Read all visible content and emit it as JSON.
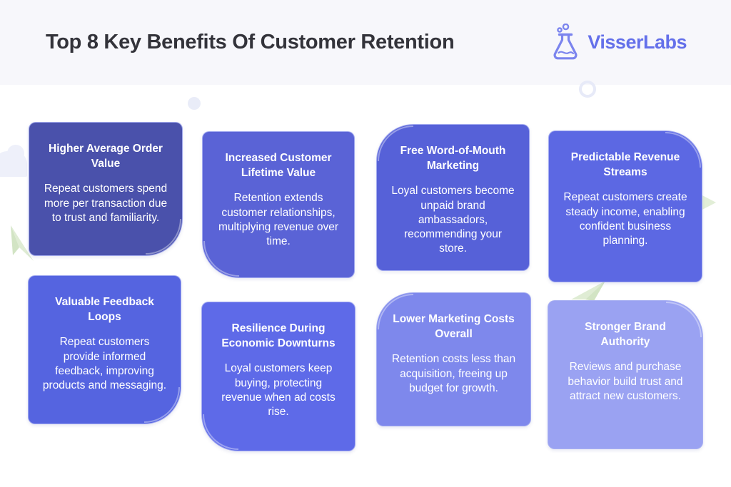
{
  "header": {
    "title": "Top 8 Key Benefits Of Customer Retention",
    "brand": "VisserLabs"
  },
  "colors": {
    "header_bg": "#f7f7fb",
    "title_text": "#33333a",
    "brand_accent": "#6470ea",
    "card_text": "#ffffff",
    "card_border": "#aab1f2",
    "decor_lavender": "#eef0fa",
    "decor_green": "#dfecd4"
  },
  "icons": {
    "logo_icon": "flask-icon",
    "decor_icons": [
      "paper-plane-icon",
      "cloud-icon",
      "circle-dot-icon",
      "ring-icon",
      "triangle-icon"
    ]
  },
  "cards": [
    {
      "title": "Higher Average Order Value",
      "body": "Repeat customers spend more per transaction due to trust and familiarity.",
      "color": "#4a51ab",
      "curl": "bottom-right"
    },
    {
      "title": "Increased Customer Lifetime Value",
      "body": "Retention extends customer relationships, multiplying revenue over time.",
      "color": "#5a63d6",
      "curl": "bottom-left"
    },
    {
      "title": "Free Word-of-Mouth Marketing",
      "body": "Loyal customers become unpaid brand ambassadors, recommending your store.",
      "color": "#5661d8",
      "curl": "top-left"
    },
    {
      "title": "Predictable Revenue Streams",
      "body": "Repeat customers create steady income, enabling confident business planning.",
      "color": "#5c68e3",
      "curl": "top-right"
    },
    {
      "title": "Valuable Feedback Loops",
      "body": "Repeat customers provide informed feedback, improving products and messaging.",
      "color": "#5564e0",
      "curl": "bottom-right"
    },
    {
      "title": "Resilience During Economic Downturns",
      "body": "Loyal customers keep buying, protecting revenue when ad costs rise.",
      "color": "#5e6ae8",
      "curl": "bottom-left"
    },
    {
      "title": "Lower Marketing Costs Overall",
      "body": "Retention costs less than acquisition, freeing up budget for growth.",
      "color": "#7e88ec",
      "curl": "top-left"
    },
    {
      "title": "Stronger Brand Authority",
      "body": "Reviews and purchase behavior build trust and attract new customers.",
      "color": "#9aa2f2",
      "curl": "top-right"
    }
  ]
}
